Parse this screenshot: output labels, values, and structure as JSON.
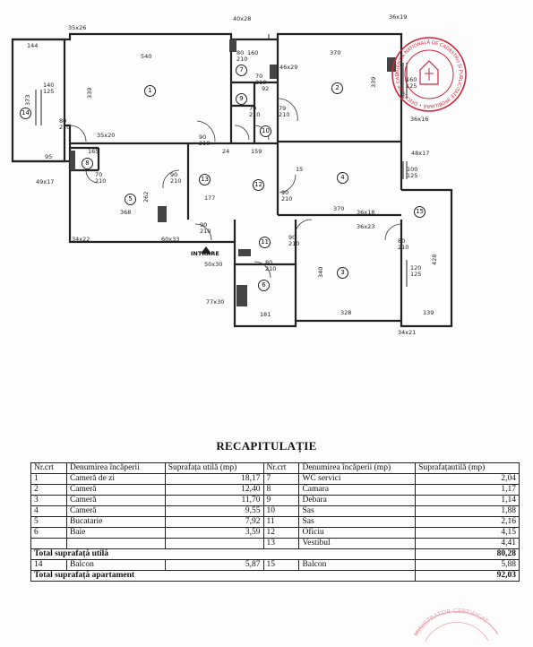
{
  "plan": {
    "rooms": [
      "1",
      "2",
      "3",
      "4",
      "5",
      "6",
      "7",
      "8",
      "9",
      "10",
      "11",
      "12",
      "13",
      "14",
      "15"
    ],
    "entrance": "INTRARE",
    "labels": {
      "d144": "144",
      "d540": "540",
      "d370": "370",
      "d35x26": "35x26",
      "d40x28": "40x28",
      "d36x19": "36x19",
      "d160": "160",
      "d46x29": "46x29",
      "d92": "92",
      "d140_125": "140\n125",
      "d160_125": "160\n125",
      "d373": "373",
      "d339a": "339",
      "d339b": "339",
      "d80_210a": "80\n210",
      "d90_210a": "90\n210",
      "d79_210a": "79\n210",
      "d70_210": "70\n210",
      "d79_210b": "79\n210",
      "d35x20": "35x20",
      "d24": "24",
      "d159": "159",
      "d36x16": "36x16",
      "d48x17": "48x17",
      "d95": "95",
      "d165": "165",
      "d49x17": "49x17",
      "d70_210b": "70\n210",
      "d90_210b": "90\n210",
      "d15": "15",
      "d100_125": "100\n125",
      "d177": "177",
      "d368": "368",
      "d262": "262",
      "d90_210c": "90\n210",
      "d370b": "370",
      "d36x18": "36x18",
      "d36x23": "36x23",
      "d90_210d": "90\n210",
      "d34x22": "34x22",
      "d60x33": "60x33",
      "d50x30": "50x30",
      "d90_210e": "90\n210",
      "d80_210b": "80\n210",
      "d80_210c": "80\n210",
      "d120_125": "120\n125",
      "d428": "428",
      "d340": "340",
      "d77x30": "77x30",
      "d181": "181",
      "d328": "328",
      "d139": "139",
      "d34x21": "34x21",
      "d80_210d": "80\n210"
    }
  },
  "stamp_text": "AGENȚIA NAȚIONALĂ DE CADASTRU ȘI PUBLICITATE IMOBILIARĂ • OFICIUL DE CADASTRU •",
  "stamp2_text": "ADMINISTRATOR CERTIFICAT",
  "title": "RECAPITULAȚIE",
  "table": {
    "headers": [
      "Nr.crt",
      "Denumirea încăperii",
      "Suprafața utilă (mp)",
      "Nr.crt",
      "Denumirea încăperii (mp)",
      "Suprafațautilă (mp)"
    ],
    "rows": [
      [
        "1",
        "Cameră de zi",
        "18,17",
        "7",
        "WC servici",
        "2,04"
      ],
      [
        "2",
        "Cameră",
        "12,40",
        "8",
        "Camara",
        "1,17"
      ],
      [
        "3",
        "Cameră",
        "11,70",
        "9",
        "Debara",
        "1,14"
      ],
      [
        "4",
        "Cameră",
        "9,55",
        "10",
        "Sas",
        "1,88"
      ],
      [
        "5",
        "Bucatarie",
        "7,92",
        "11",
        "Sas",
        "2,16"
      ],
      [
        "6",
        "Baie",
        "3,59",
        "12",
        "Oficiu",
        "4,15"
      ],
      [
        "",
        "",
        "",
        "13",
        "Vestibul",
        "4,41"
      ]
    ],
    "total_util_value": "80,28",
    "total_util_label": "Total suprafață utilă",
    "balcon_row": [
      "14",
      "Balcon",
      "5,87",
      "15",
      "Balcon",
      "5,88"
    ],
    "total_apt_label": "Total suprafață apartament",
    "total_apt_value": "92,03"
  },
  "colors": {
    "ink": "#111111",
    "stamp": "#d0263a",
    "stamp_faded": "#e7a8b2"
  }
}
